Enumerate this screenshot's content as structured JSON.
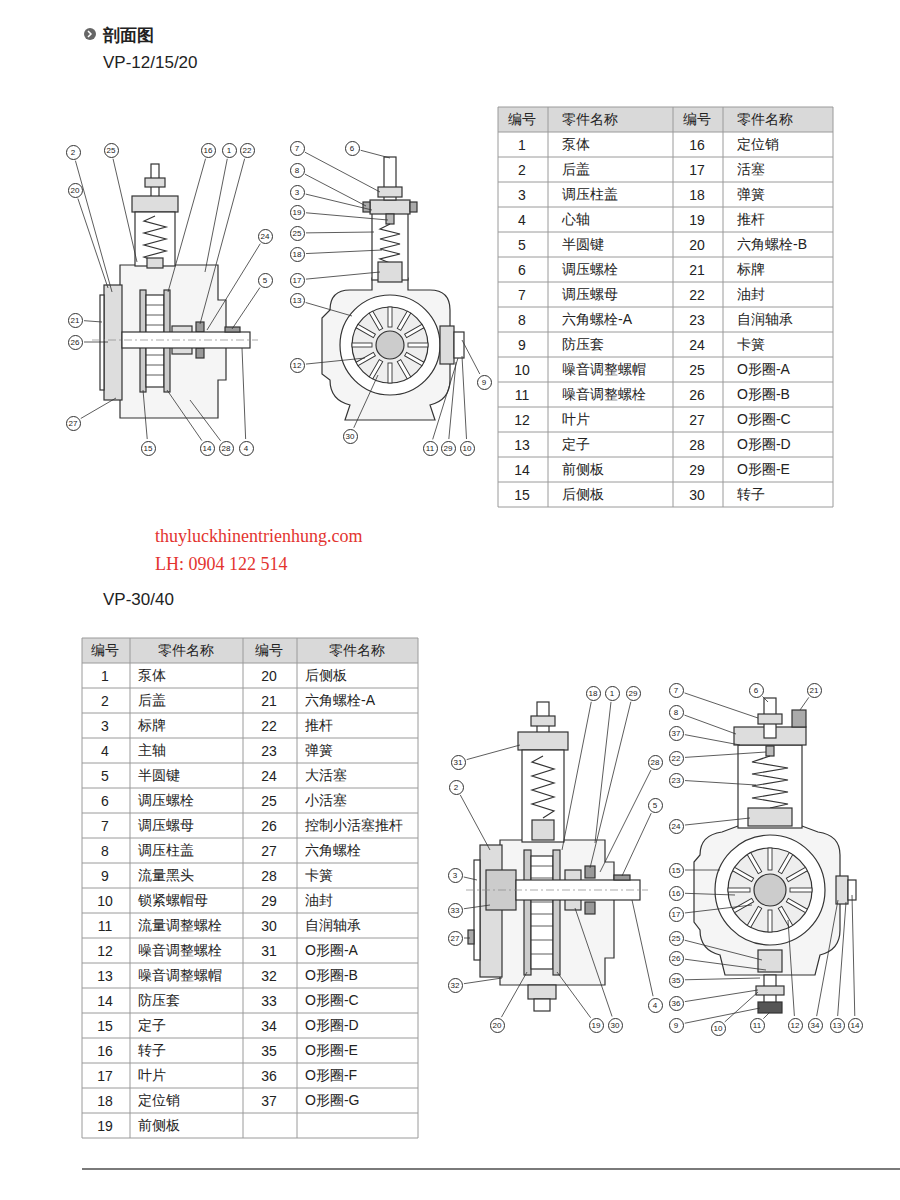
{
  "diagram": {
    "title": "剖面图",
    "labels": [
      "VP-12/15/20",
      "编号",
      "零件名称",
      "编号",
      "零件名称",
      "1",
      "泵体",
      "16",
      "定位销",
      "2",
      "后盖",
      "17",
      "活塞",
      "3",
      "调压柱盖",
      "18",
      "弹簧",
      "4",
      "心轴",
      "19",
      "推杆",
      "5",
      "半圆键",
      "20",
      "六角螺栓-B",
      "6",
      "调压螺栓",
      "21",
      "标牌",
      "7",
      "调压螺母",
      "22",
      "油封",
      "8",
      "六角螺栓-A",
      "23",
      "自润轴承",
      "9",
      "防压套",
      "24",
      "卡簧",
      "10",
      "噪音调整螺帽",
      "25",
      "O形圈-A",
      "11",
      "噪音调整螺栓",
      "26",
      "O形圈-B",
      "12",
      "叶片",
      "27",
      "O形圈-C",
      "13",
      "定子",
      "28",
      "O形圈-D",
      "14",
      "前侧板",
      "29",
      "O形圈-E",
      "15",
      "后侧板",
      "30",
      "转子",
      "VP-30/40",
      "编号",
      "零件名称",
      "编号",
      "零件名称",
      "1",
      "泵体",
      "20",
      "后侧板",
      "2",
      "后盖",
      "21",
      "六角螺栓-A",
      "3",
      "标牌",
      "22",
      "推杆",
      "4",
      "主轴",
      "23",
      "弹簧",
      "5",
      "半圆键",
      "24",
      "大活塞",
      "6",
      "调压螺栓",
      "25",
      "小活塞",
      "7",
      "调压螺母",
      "26",
      "控制小活塞推杆",
      "8",
      "调压柱盖",
      "27",
      "六角螺栓",
      "9",
      "流量黑头",
      "28",
      "卡簧",
      "10",
      "锁紧螺帽母",
      "29",
      "油封",
      "11",
      "流量调整螺栓",
      "30",
      "自润轴承",
      "12",
      "噪音调整螺栓",
      "31",
      "O形圈-A",
      "13",
      "噪音调整螺帽",
      "32",
      "O形圈-B",
      "14",
      "防压套",
      "33",
      "O形圈-C",
      "15",
      "定子",
      "34",
      "O形圈-D",
      "16",
      "转子",
      "35",
      "O形圈-E",
      "17",
      "叶片",
      "36",
      "O形圈-F",
      "18",
      "定位销",
      "37",
      "O形圈-G",
      "19",
      "前侧板",
      "thuyluckhinentrienhung.com",
      "LH: 0904 122 514",
      "2",
      "25",
      "16",
      "1",
      "22",
      "20",
      "21",
      "26",
      "27",
      "24",
      "5",
      "15",
      "14",
      "28",
      "4",
      "7",
      "6",
      "8",
      "3",
      "19",
      "25",
      "18",
      "17",
      "13",
      "12",
      "30",
      "11",
      "29",
      "10",
      "9",
      "18",
      "1",
      "29",
      "31",
      "2",
      "3",
      "33",
      "27",
      "32",
      "28",
      "5",
      "20",
      "19",
      "30",
      "4",
      "7",
      "6",
      "21",
      "8",
      "37",
      "22",
      "23",
      "24",
      "15",
      "16",
      "17",
      "25",
      "26",
      "35",
      "36",
      "9",
      "10",
      "11",
      "12",
      "34",
      "13",
      "14"
    ]
  }
}
